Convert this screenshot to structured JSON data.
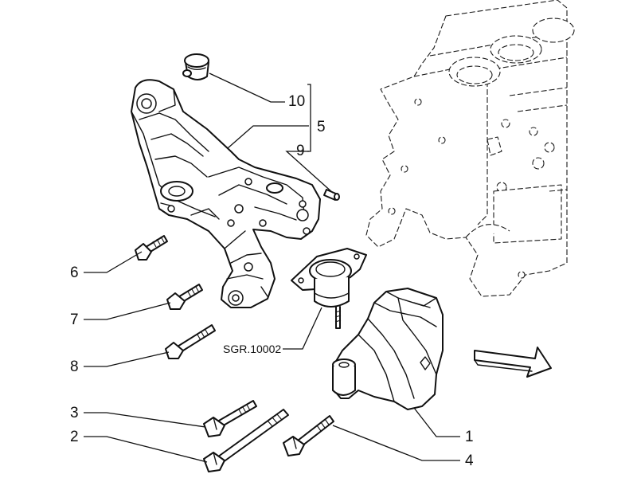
{
  "callouts": {
    "c1": "1",
    "c2": "2",
    "c3": "3",
    "c4": "4",
    "c5": "5",
    "c6": "6",
    "c7": "7",
    "c8": "8",
    "c9": "9",
    "c10": "10",
    "ref": "SGR.10002"
  },
  "icons": {
    "direction": "arrow-icon"
  }
}
